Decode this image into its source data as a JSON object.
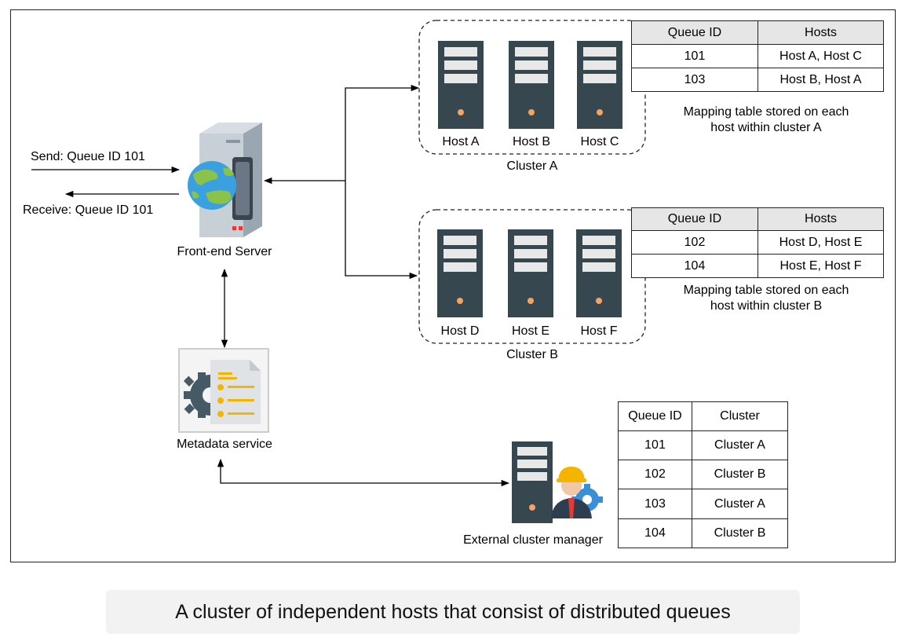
{
  "client": {
    "send_label": "Send: Queue ID 101",
    "receive_label": "Receive: Queue ID 101"
  },
  "frontend": {
    "label": "Front-end Server"
  },
  "metadata": {
    "label": "Metadata service"
  },
  "manager": {
    "label": "External cluster manager"
  },
  "cluster_a": {
    "label": "Cluster A",
    "hosts": [
      "Host A",
      "Host B",
      "Host C"
    ],
    "table": {
      "headers": [
        "Queue ID",
        "Hosts"
      ],
      "rows": [
        [
          "101",
          "Host A, Host C"
        ],
        [
          "103",
          "Host B, Host A"
        ]
      ]
    },
    "note_line1": "Mapping table stored on each",
    "note_line2": "host within cluster A"
  },
  "cluster_b": {
    "label": "Cluster B",
    "hosts": [
      "Host D",
      "Host E",
      "Host F"
    ],
    "table": {
      "headers": [
        "Queue ID",
        "Hosts"
      ],
      "rows": [
        [
          "102",
          "Host D, Host E"
        ],
        [
          "104",
          "Host E, Host F"
        ]
      ]
    },
    "note_line1": "Mapping table stored on each",
    "note_line2": "host within cluster B"
  },
  "cluster_table": {
    "headers": [
      "Queue ID",
      "Cluster"
    ],
    "rows": [
      [
        "101",
        "Cluster A"
      ],
      [
        "102",
        "Cluster B"
      ],
      [
        "103",
        "Cluster A"
      ],
      [
        "104",
        "Cluster B"
      ]
    ]
  },
  "caption": "A cluster of independent hosts that consist of distributed queues",
  "colors": {
    "server_body": "#37474f",
    "server_slot": "#e8e8e8",
    "server_led": "#f4a460",
    "globe_ocean": "#3ba0e0",
    "globe_land": "#8bc34a",
    "doc_line": "#f5b400",
    "gear": "#455a64",
    "helmet": "#f5b400"
  }
}
